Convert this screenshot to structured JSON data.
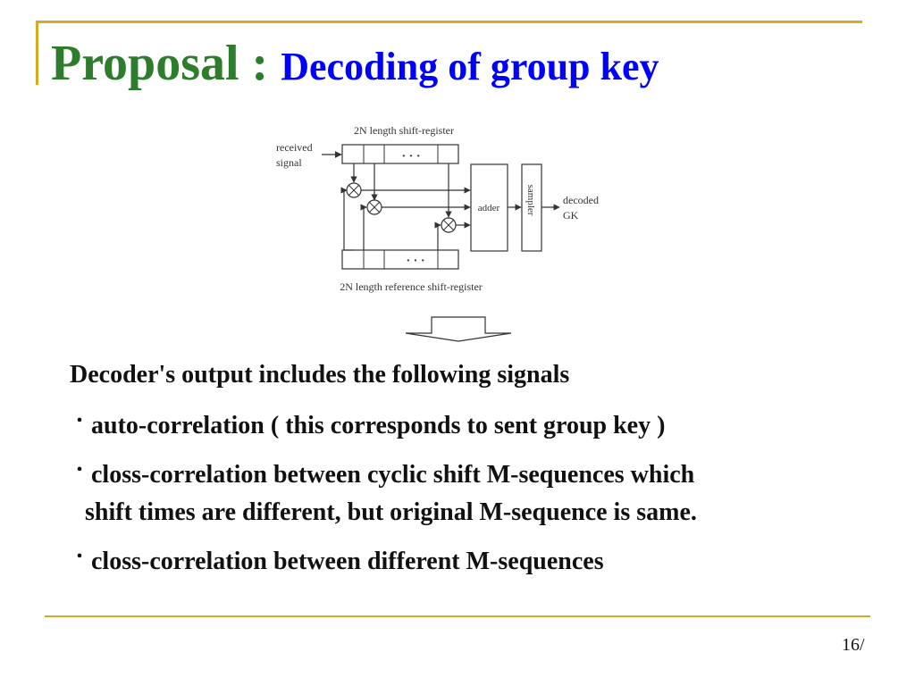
{
  "title": {
    "main": "Proposal : ",
    "sub": "Decoding of group key"
  },
  "diagram": {
    "top_register_label": "2N length shift-register",
    "bottom_register_label": "2N length reference shift-register",
    "input_label_line1": "received",
    "input_label_line2": "signal",
    "register_ellipsis": "· · ·",
    "adder_label": "adder",
    "sampler_label": "sampler",
    "output_label_line1": "decoded",
    "output_label_line2": "GK"
  },
  "content": {
    "heading": "Decoder's output includes the following signals",
    "bullet_symbol": "・",
    "bullets": [
      "auto-correlation ( this corresponds to sent group key )",
      "closs-correlation between cyclic shift M-sequences which",
      "closs-correlation between different M-sequences"
    ],
    "bullet2_continuation": "shift times are different, but original M-sequence is same."
  },
  "footer": {
    "page_number": "16/"
  },
  "colors": {
    "accent_line": "#d9a826",
    "title_main": "#2d7d2d",
    "title_sub": "#0000ff"
  }
}
